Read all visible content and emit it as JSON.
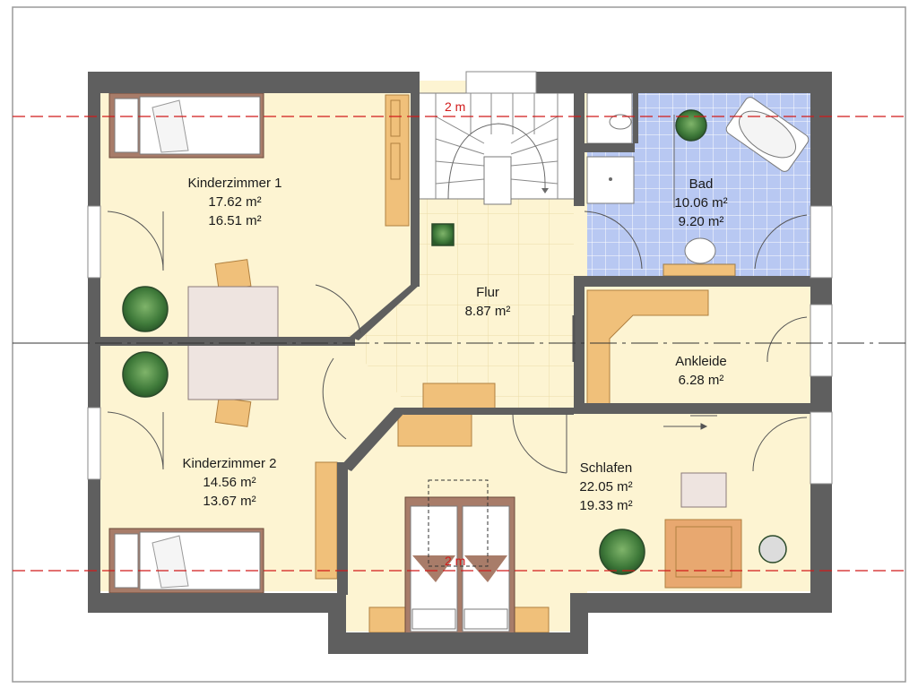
{
  "rooms": {
    "kinderzimmer1": {
      "name": "Kinderzimmer 1",
      "area_living": "17.62 m²",
      "area_floor": "16.51 m²"
    },
    "kinderzimmer2": {
      "name": "Kinderzimmer 2",
      "area_living": "14.56 m²",
      "area_floor": "13.67 m²"
    },
    "flur": {
      "name": "Flur",
      "area_living": "8.87 m²"
    },
    "bad": {
      "name": "Bad",
      "area_living": "10.06 m²",
      "area_floor": "9.20 m²"
    },
    "ankleide": {
      "name": "Ankleide",
      "area_living": "6.28 m²"
    },
    "schlafen": {
      "name": "Schlafen",
      "area_living": "22.05 m²",
      "area_floor": "19.33 m²"
    }
  },
  "dimension_lines": {
    "upper": "2 m",
    "lower": "2 m"
  },
  "colors": {
    "wall": "#5f5f5f",
    "floor": "#fdf4d2",
    "tile_grid": "#ecdca8",
    "bathroom_tile": "#b8c8f2",
    "furniture_wood": "#f0c07a",
    "bed_frame": "#a87c69",
    "dimension_line": "#d11b1b"
  }
}
